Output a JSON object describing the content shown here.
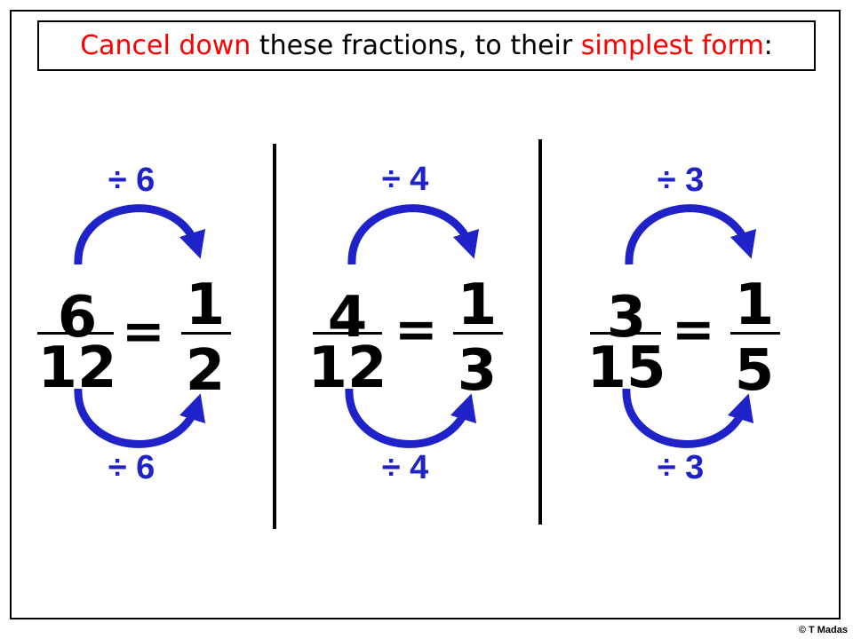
{
  "title": {
    "part1": "Cancel down",
    "part2": " these fractions, to their ",
    "part3": "simplest form",
    "part4": ":"
  },
  "colors": {
    "accent_red": "#ff0000",
    "arrow_blue": "#1e22c8"
  },
  "examples": [
    {
      "divide_top": "÷ 6",
      "divide_bottom": "÷ 6",
      "num": "6",
      "den": "12",
      "equals": "=",
      "rnum": "1",
      "rden": "2"
    },
    {
      "divide_top": "÷ 4",
      "divide_bottom": "÷ 4",
      "num": "4",
      "den": "12",
      "equals": "=",
      "rnum": "1",
      "rden": "3"
    },
    {
      "divide_top": "÷ 3",
      "divide_bottom": "÷ 3",
      "num": "3",
      "den": "15",
      "equals": "=",
      "rnum": "1",
      "rden": "5"
    }
  ],
  "credit": "© T Madas"
}
